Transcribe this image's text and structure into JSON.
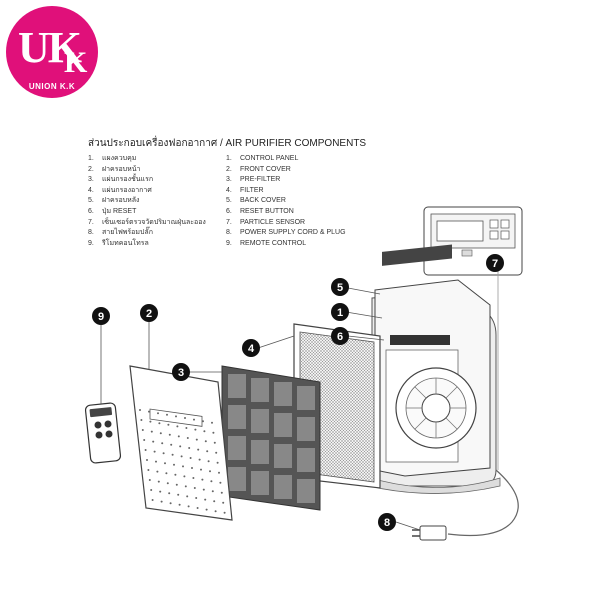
{
  "logo": {
    "letters": "UK",
    "letter2": "K",
    "subtitle": "UNION K.K"
  },
  "title": "ส่วนประกอบเครื่องฟอกอากาศ / AIR PURIFIER COMPONENTS",
  "components_th": [
    {
      "num": "1.",
      "label": "แผงควบคุม"
    },
    {
      "num": "2.",
      "label": "ฝาครอบหน้า"
    },
    {
      "num": "3.",
      "label": "แผ่นกรองชั้นแรก"
    },
    {
      "num": "4.",
      "label": "แผ่นกรองอากาศ"
    },
    {
      "num": "5.",
      "label": "ฝาครอบหลัง"
    },
    {
      "num": "6.",
      "label": "ปุ่ม RESET"
    },
    {
      "num": "7.",
      "label": "เซ็นเซอร์ตรวจวัดปริมาณฝุ่นละออง"
    },
    {
      "num": "8.",
      "label": "สายไฟพร้อมปลั๊ก"
    },
    {
      "num": "9.",
      "label": "รีโมทคอนโทรล"
    }
  ],
  "components_en": [
    {
      "num": "1.",
      "label": "CONTROL PANEL"
    },
    {
      "num": "2.",
      "label": "FRONT COVER"
    },
    {
      "num": "3.",
      "label": "PRE-FILTER"
    },
    {
      "num": "4.",
      "label": "FILTER"
    },
    {
      "num": "5.",
      "label": "BACK COVER"
    },
    {
      "num": "6.",
      "label": "RESET BUTTON"
    },
    {
      "num": "7.",
      "label": "PARTICLE SENSOR"
    },
    {
      "num": "8.",
      "label": "POWER SUPPLY CORD & PLUG"
    },
    {
      "num": "9.",
      "label": "REMOTE CONTROL"
    }
  ],
  "callouts": [
    "1",
    "2",
    "3",
    "4",
    "5",
    "6",
    "7",
    "8",
    "9"
  ]
}
